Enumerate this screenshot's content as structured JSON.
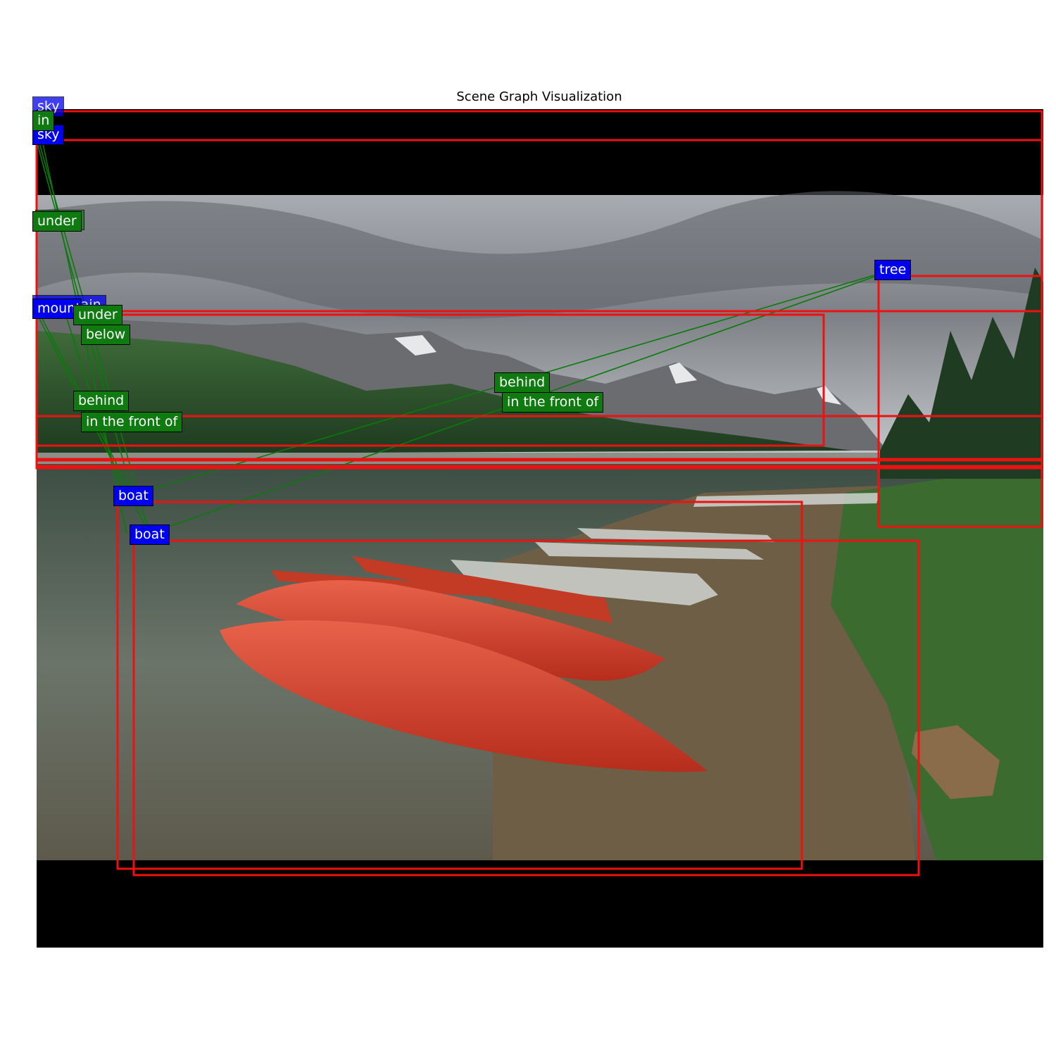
{
  "title": "Scene Graph Visualization",
  "colors": {
    "box": "#ee1111",
    "object_label_bg": "#0000f0",
    "relation_label_bg": "#0e7a10",
    "edge": "#0a7a0a"
  },
  "objects": [
    {
      "id": "sky1",
      "label": "sky"
    },
    {
      "id": "sky2",
      "label": "sky"
    },
    {
      "id": "mountain1",
      "label": "mountain"
    },
    {
      "id": "mountain2",
      "label": "mountain"
    },
    {
      "id": "tree",
      "label": "tree"
    },
    {
      "id": "boat1",
      "label": "boat"
    },
    {
      "id": "boat2",
      "label": "boat"
    }
  ],
  "relations": [
    {
      "label": "in"
    },
    {
      "label": "under"
    },
    {
      "label": "under"
    },
    {
      "label": "under"
    },
    {
      "label": "below"
    },
    {
      "label": "behind"
    },
    {
      "label": "in the front of"
    },
    {
      "label": "behind"
    },
    {
      "label": "in the front of"
    }
  ]
}
